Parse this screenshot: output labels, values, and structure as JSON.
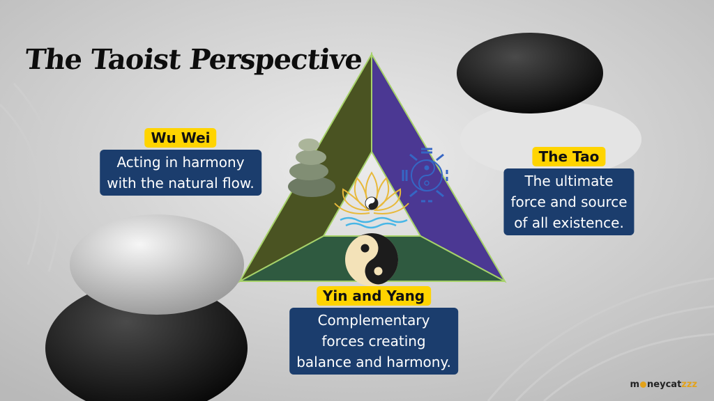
{
  "title": "The Taoist Perspective",
  "concepts": {
    "wu_wei": {
      "name": "Wu Wei",
      "description": [
        "Acting in harmony",
        "with the natural flow."
      ]
    },
    "the_tao": {
      "name": "The Tao",
      "description": [
        "The ultimate",
        "force and source",
        "of all existence."
      ]
    },
    "yin_yang": {
      "name": "Yin and Yang",
      "description": [
        "Complementary",
        "forces creating",
        "balance and harmony."
      ]
    }
  },
  "brand": {
    "part1": "m",
    "part2": "neycat",
    "part3": "zzz"
  },
  "colors": {
    "left_side": "#4a5322",
    "right_side": "#4b3893",
    "bottom_side": "#2f5a40",
    "tag_bg": "#ffd400",
    "desc_bg": "#1b3d6d",
    "lotus": "#e8b93a"
  },
  "icons": [
    "stacked-stones-icon",
    "bagua-yin-yang-icon",
    "lotus-yin-yang-icon",
    "yin-yang-icon"
  ]
}
